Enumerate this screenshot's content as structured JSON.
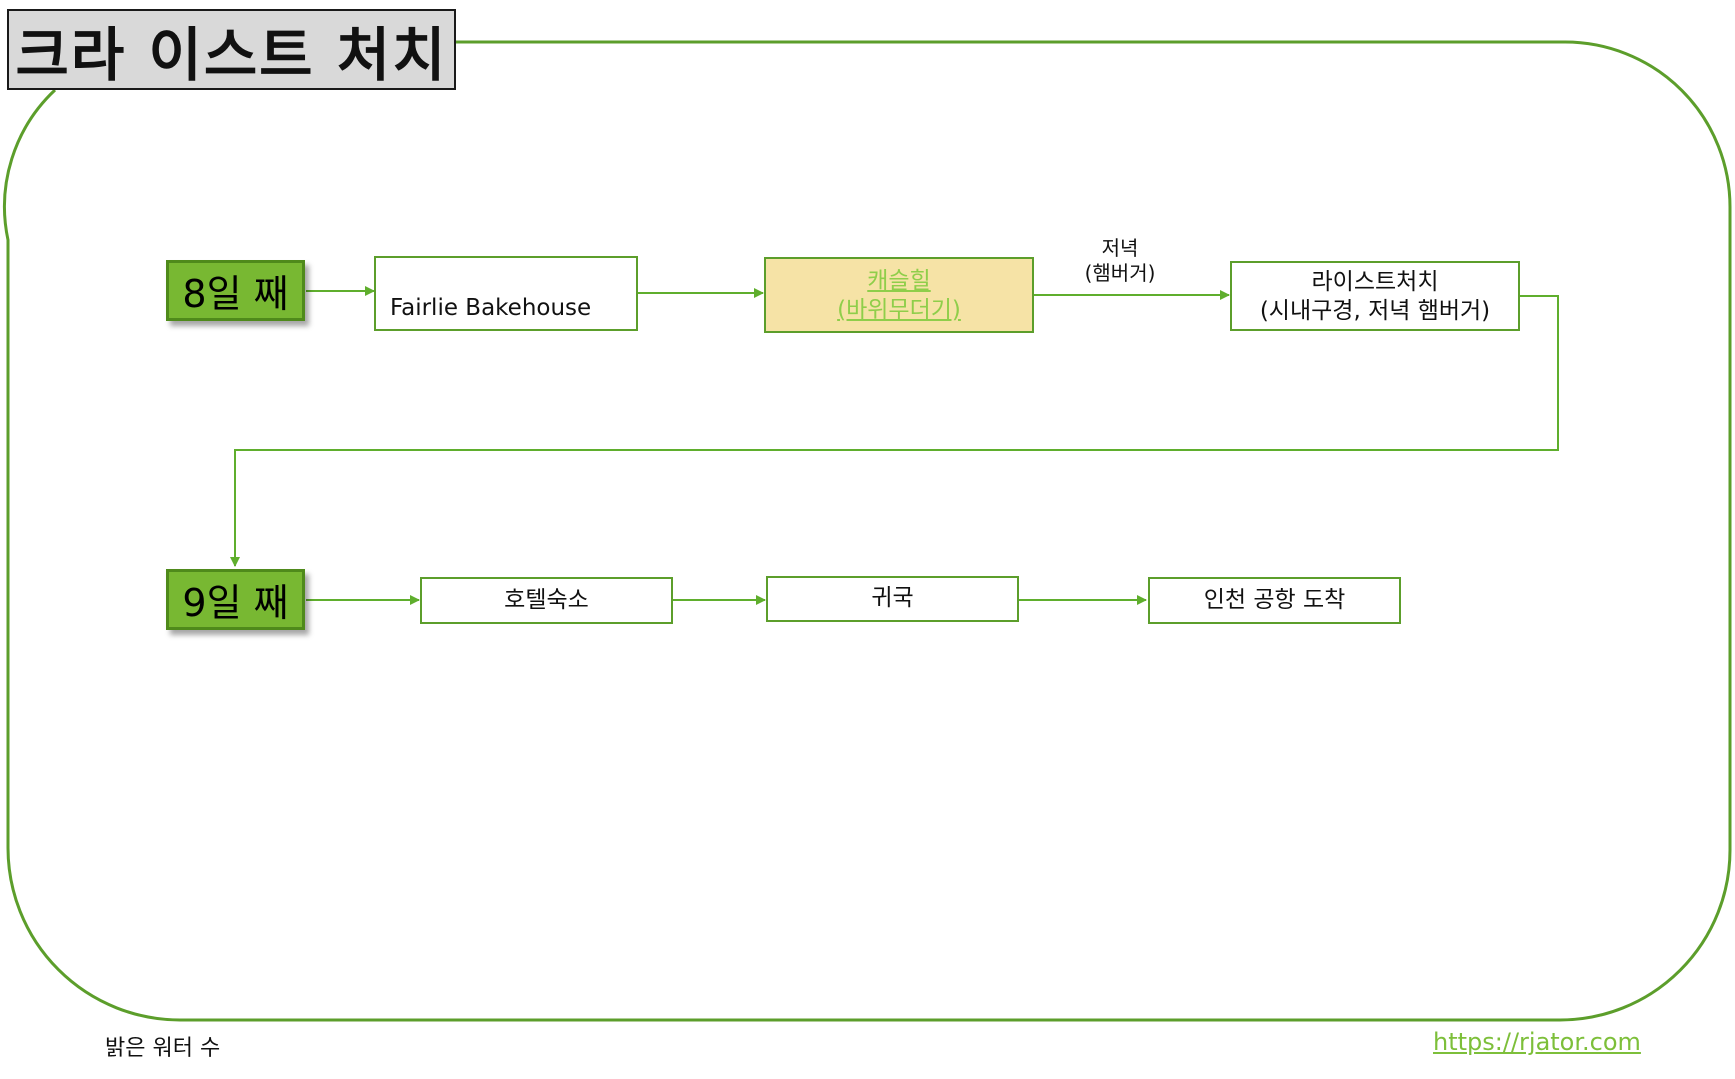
{
  "title": "크라 이스트 처치",
  "days": {
    "day8": "8일 째",
    "day9": "9일 째"
  },
  "row1": {
    "node1": "Fairlie Bakehouse",
    "node2_line1": "캐슬힐",
    "node2_line2": "(바위무더기)",
    "edge_label_line1": "저녁",
    "edge_label_line2": "(햄버거)",
    "node3_line1": "라이스트처치",
    "node3_line2": "(시내구경, 저녁 햄버거)"
  },
  "row2": {
    "node1": "호텔숙소",
    "node2": "귀국",
    "node3": "인천 공항 도착"
  },
  "footer": {
    "left": "밝은 워터 수",
    "right": "https://rjator.com"
  },
  "colors": {
    "frame": "#5c9e2b",
    "connector": "#5fae2d",
    "day_fill": "#78b832",
    "highlight_fill": "#f6e3a6",
    "link": "#7dbf3a"
  }
}
